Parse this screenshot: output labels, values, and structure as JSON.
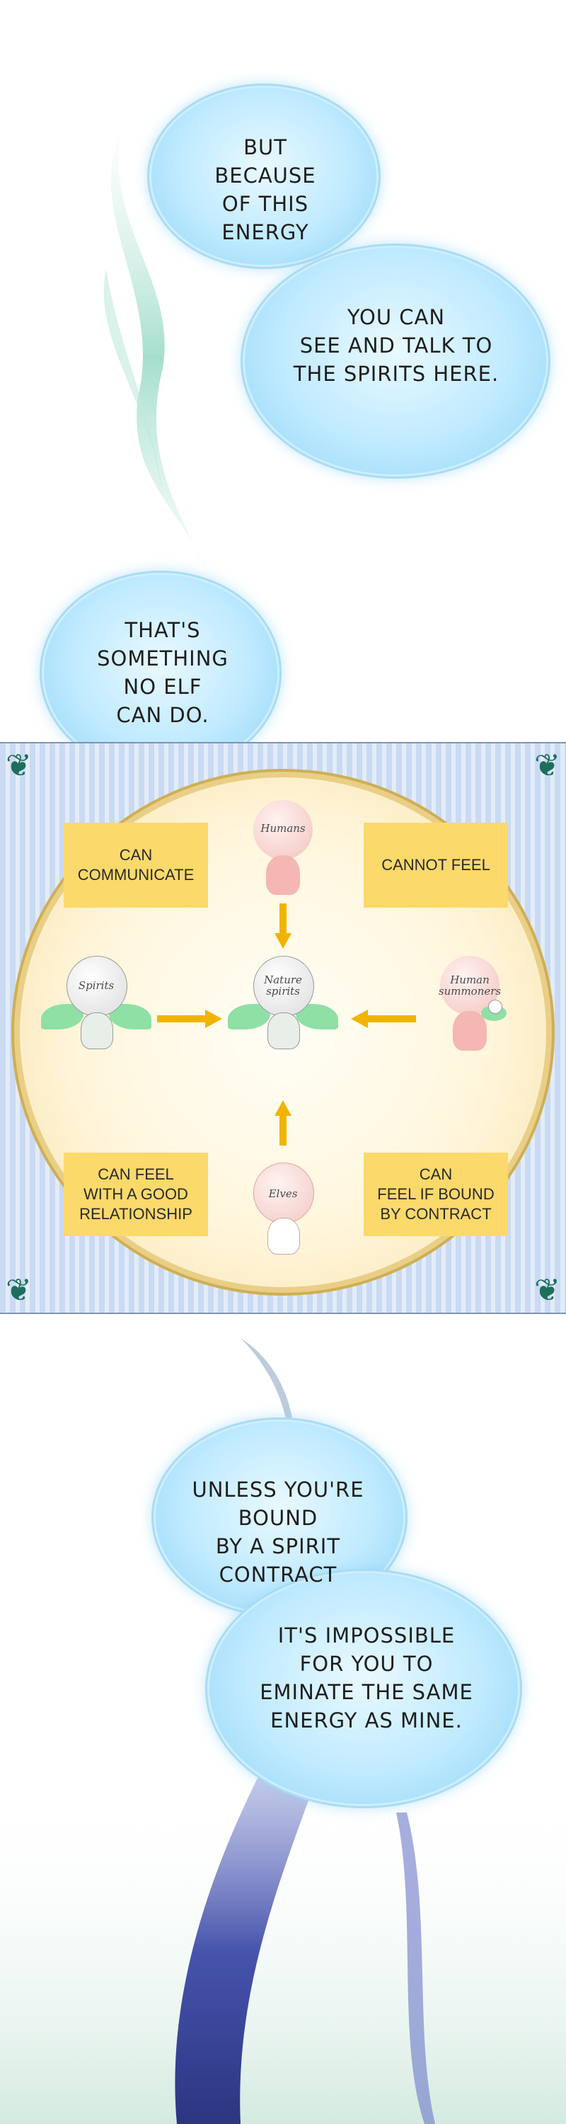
{
  "bubbles": {
    "top_a": "BUT\nBECAUSE\nOF THIS\nENERGY",
    "top_b": "YOU CAN\nSEE AND TALK TO\nTHE SPIRITS HERE.",
    "middle": "THAT'S\nSOMETHING\nNO ELF\nCAN DO.",
    "bottom_a": "UNLESS YOU'RE\nBOUND\nBY A SPIRIT\nCONTRACT",
    "bottom_b": "IT'S IMPOSSIBLE\nFOR YOU TO\nEMINATE THE SAME\nENERGY AS MINE."
  },
  "diagram": {
    "notes": {
      "top_left": "CAN\nCOMMUNICATE",
      "top_right": "CANNOT FEEL",
      "bottom_left": "CAN FEEL\nWITH A GOOD\nRELATIONSHIP",
      "bottom_right": "CAN\nFEEL IF BOUND\nBY CONTRACT"
    },
    "labels": {
      "humans": "Humans",
      "spirits": "Spirits",
      "nature_spirits": "Nature\nspirits",
      "human_summoners": "Human\nsummoners",
      "elves": "Elves"
    }
  },
  "colors": {
    "bubble": "#bfeaff",
    "note": "#fbd96b",
    "arrow": "#f0b400",
    "wing": "#8ee0a5",
    "panel_stripe": "#c9daf2"
  }
}
